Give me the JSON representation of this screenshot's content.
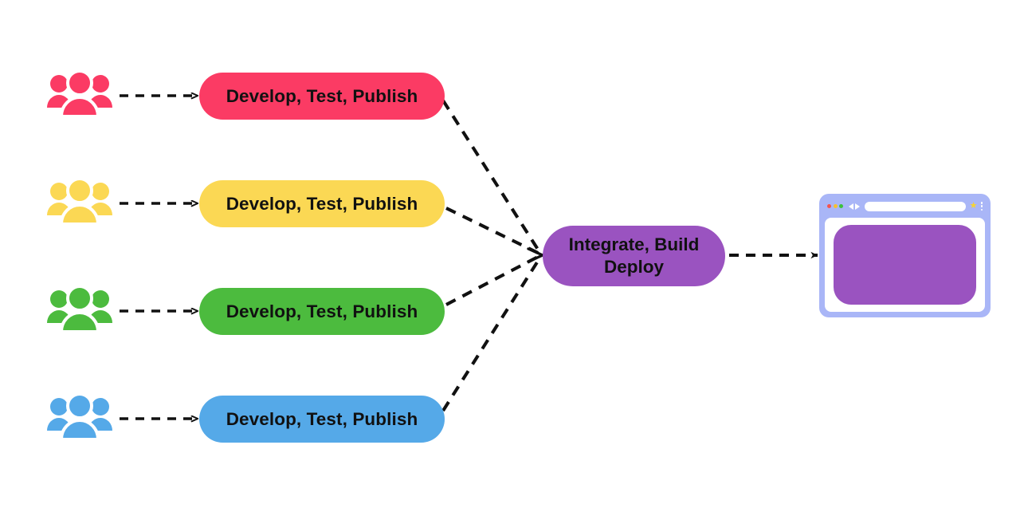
{
  "diagram": {
    "title": "Continuous Integration pipeline with multiple teams",
    "colors": {
      "team_pink": "#FB3B64",
      "team_yellow": "#FBD854",
      "team_green": "#4CBB3E",
      "team_blue": "#55A9E8",
      "hub_purple": "#9A53C0",
      "browser_frame": "#A9B6F7",
      "edge_black": "#111111",
      "canvas_background": "#FFFFFF"
    }
  },
  "teams": [
    {
      "icon": "people-group-icon",
      "color": "#FB3B64",
      "stage_label": "Develop, Test, Publish"
    },
    {
      "icon": "people-group-icon",
      "color": "#FBD854",
      "stage_label": "Develop, Test, Publish"
    },
    {
      "icon": "people-group-icon",
      "color": "#4CBB3E",
      "stage_label": "Develop, Test, Publish"
    },
    {
      "icon": "people-group-icon",
      "color": "#55A9E8",
      "stage_label": "Develop, Test, Publish"
    }
  ],
  "hub": {
    "label_line1": "Integrate, Build",
    "label_line2": "Deploy",
    "color": "#9A53C0"
  },
  "browser": {
    "frame_color": "#A9B6F7",
    "traffic_lights": [
      "#F4534E",
      "#F7C02E",
      "#3CC13B"
    ],
    "back_icon": "back-arrow-icon",
    "forward_icon": "forward-arrow-icon",
    "url_value": "",
    "url_placeholder": "",
    "star_icon": "★",
    "menu_icon": "kebab-menu-icon",
    "content_color": "#9A53C0"
  },
  "edges": {
    "icon_to_stage": "dashed-arrow",
    "stage_to_hub": "dashed-arrow",
    "hub_to_browser": "dashed-arrow"
  }
}
